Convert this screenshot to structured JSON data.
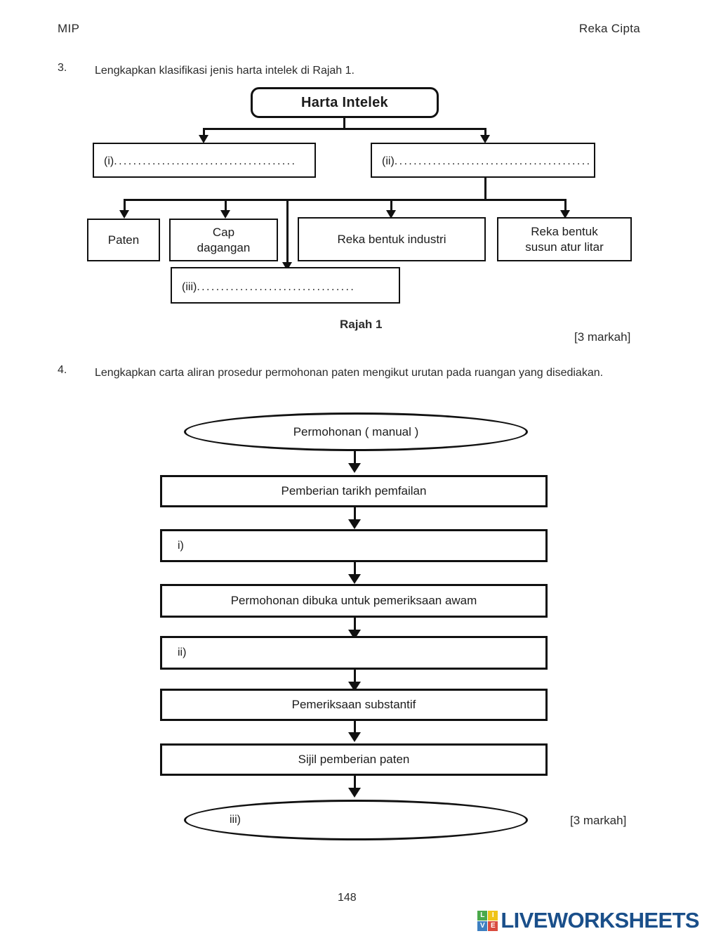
{
  "header": {
    "left": "MIP",
    "right": "Reka Cipta"
  },
  "question3": {
    "number": "3.",
    "text": "Lengkapkan klasifikasi jenis harta intelek di Rajah 1.",
    "caption": "Rajah 1",
    "marks": "[3 markah]",
    "diagram": {
      "root": "Harta Intelek",
      "level2": [
        {
          "label": "(i)",
          "dots": "......................................"
        },
        {
          "label": "(ii)",
          "dots": "........................................."
        }
      ],
      "level3": [
        "Paten",
        "Cap\ndagangan",
        "Reka bentuk industri",
        "Reka bentuk\nsusun atur litar"
      ],
      "level3_blank": {
        "label": "(iii)",
        "dots": "................................."
      }
    }
  },
  "question4": {
    "number": "4.",
    "text": "Lengkapkan  carta aliran prosedur permohonan paten mengikut urutan pada ruangan yang disediakan.",
    "marks": "[3 markah]",
    "flow": {
      "start": "Permohonan ( manual )",
      "steps": [
        {
          "kind": "filled",
          "text": "Pemberian tarikh pemfailan"
        },
        {
          "kind": "blank",
          "text": "i)"
        },
        {
          "kind": "filled",
          "text": "Permohonan dibuka untuk pemeriksaan awam"
        },
        {
          "kind": "blank",
          "text": "ii)"
        },
        {
          "kind": "filled",
          "text": "Pemeriksaan substantif"
        },
        {
          "kind": "filled",
          "text": "Sijil pemberian  paten"
        }
      ],
      "end": "iii)"
    }
  },
  "footer": {
    "page_number": "148",
    "logo": {
      "cells": [
        {
          "letter": "L",
          "color": "#4aa94a"
        },
        {
          "letter": "I",
          "color": "#f0c419"
        },
        {
          "letter": "V",
          "color": "#3d7fc1"
        },
        {
          "letter": "E",
          "color": "#d94b3e"
        }
      ],
      "wordmark": "LIVEWORKSHEETS",
      "wordmark_color": "#1a4f8a"
    }
  }
}
